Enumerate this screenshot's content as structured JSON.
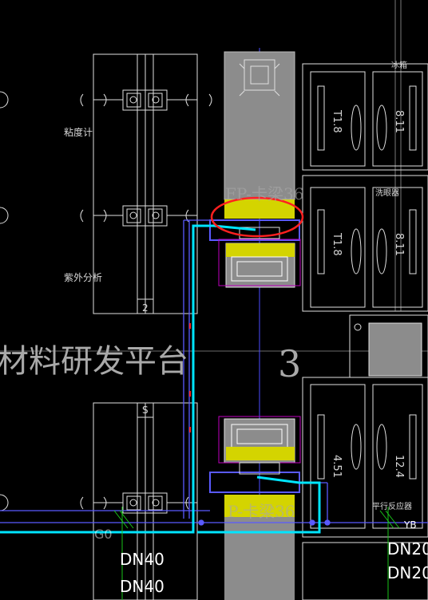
{
  "labels": {
    "viscometer": "粘度计",
    "uv_analysis": "紫外分析",
    "platform": "材料研发平台",
    "zone_number": "3",
    "fp_top": "FP-卡梁36",
    "fp_bottom": "P-卡梁36",
    "num_2": "2",
    "num_s": "S",
    "fridge_top": "冰箱",
    "wash_station": "洗眼器",
    "parallel_reactor": "平行反应器",
    "cab_left": "T1.8",
    "cab_right": "8.11",
    "cab_left2": "T1.8",
    "cab_right2": "8.11",
    "cab_bottom_left": "4.51",
    "cab_bottom_right": "12.4",
    "code_left": "G0",
    "code_right": "YB",
    "pipe_dn40_a": "DN40",
    "pipe_dn40_b": "DN40",
    "pipe_dn20_a": "DN20",
    "pipe_dn20_b": "DN20"
  },
  "colors": {
    "background": "#000000",
    "linework": "#e6e6e6",
    "duct": "#00e5ff",
    "axis": "#5a5aff",
    "fill_gray": "#8c8c8c",
    "fill_yellow": "#d4d400",
    "highlight_ellipse": "#ff2020",
    "green_marks": "#19c419",
    "magenta": "#c000c0"
  }
}
